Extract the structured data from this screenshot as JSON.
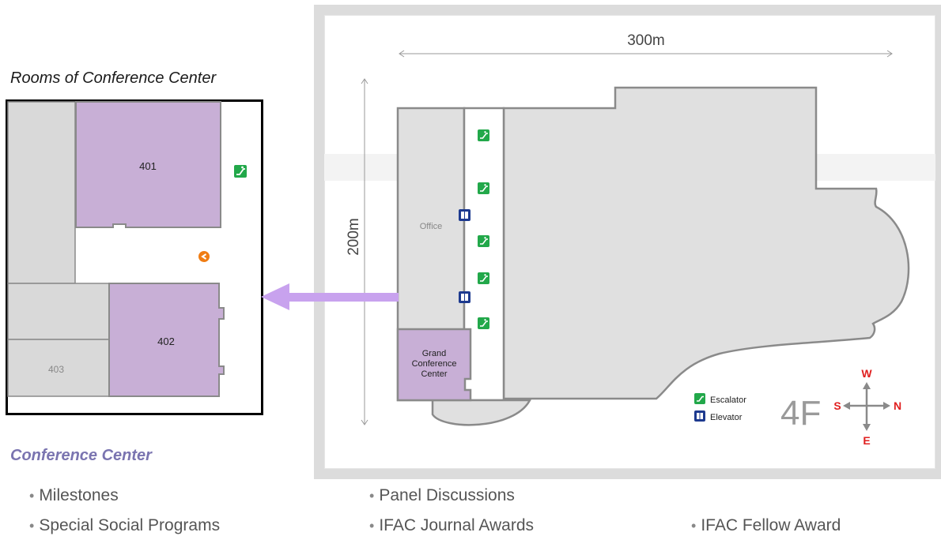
{
  "left_panel": {
    "title": "Rooms of Conference Center",
    "rooms": {
      "r401": "401",
      "r402": "402",
      "r403": "403"
    }
  },
  "floor_map": {
    "width_label": "300m",
    "height_label": "200m",
    "office_label": "Office",
    "grand_center": [
      "Grand",
      "Conference",
      "Center"
    ],
    "legend": {
      "escalator": "Escalator",
      "elevator": "Elevator"
    },
    "floor": "4F",
    "compass": {
      "w": "W",
      "s": "S",
      "n": "N",
      "e": "E"
    }
  },
  "section": {
    "heading": "Conference Center",
    "items": [
      "Milestones",
      "Panel Discussions",
      "Special Social Programs",
      "IFAC Journal Awards",
      "IFAC Fellow Award"
    ]
  },
  "colors": {
    "room_purple": "#c8afd6",
    "room_gray": "#d8d8d8",
    "arrow": "#c8a2ee",
    "escalator": "#22a84a",
    "elevator": "#1d3a8f",
    "compass_red": "#e02020",
    "heading": "#7a74b0"
  }
}
